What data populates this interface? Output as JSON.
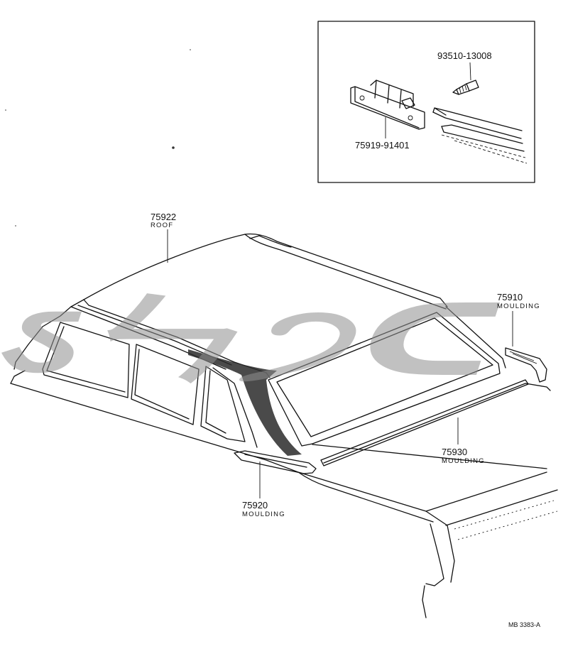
{
  "parts": [
    {
      "id": "inset-clip",
      "number": "75919-91401",
      "description": ""
    },
    {
      "id": "inset-screw",
      "number": "93510-13008",
      "description": ""
    },
    {
      "id": "roof",
      "number": "75922",
      "description": "ROOF"
    },
    {
      "id": "moulding-rear-side",
      "number": "75910",
      "description": "MOULDING"
    },
    {
      "id": "moulding-back-window",
      "number": "75930",
      "description": "MOULDING"
    },
    {
      "id": "moulding-side",
      "number": "75920",
      "description": "MOULDING"
    }
  ],
  "drawing_code": "MB 3383-A",
  "watermark": {
    "text": "ऽㄣ੭ᑕ",
    "color": "#8f8f8f"
  },
  "colors": {
    "ink": "#111111",
    "background": "#ffffff"
  }
}
